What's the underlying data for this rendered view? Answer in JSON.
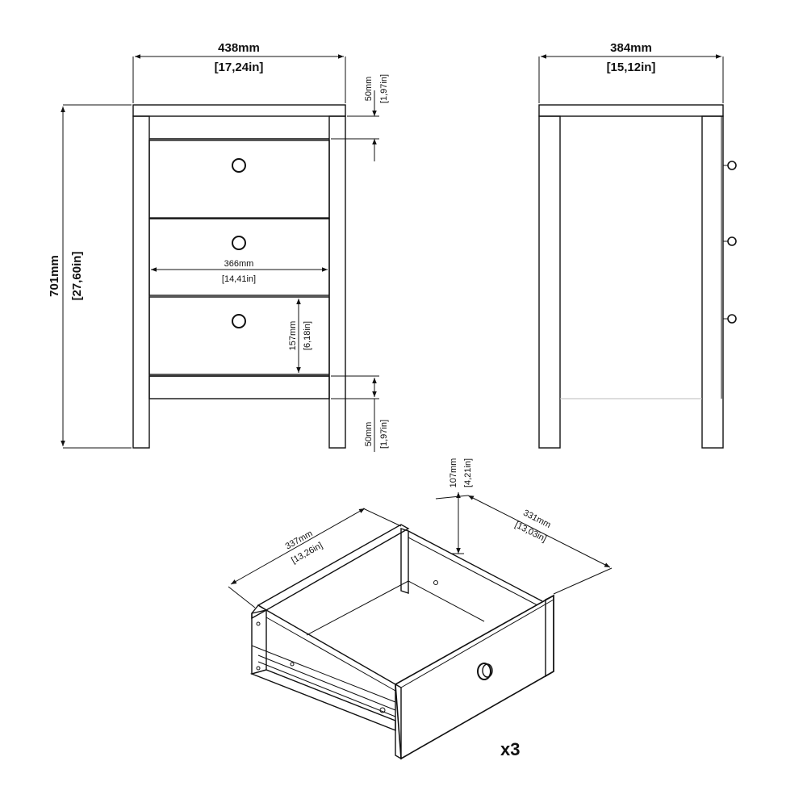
{
  "front_view": {
    "width_mm": "438mm",
    "width_in": "[17,24in]",
    "height_mm": "701mm",
    "height_in": "[27,60in]",
    "top_gap_mm": "50mm",
    "top_gap_in": "[1,97in]",
    "bottom_gap_mm": "50mm",
    "bottom_gap_in": "[1,97in]",
    "inner_width_mm": "366mm",
    "inner_width_in": "[14,41in]",
    "drawer_height_mm": "157mm",
    "drawer_height_in": "[6,18in]"
  },
  "side_view": {
    "depth_mm": "384mm",
    "depth_in": "[15,12in]"
  },
  "drawer_detail": {
    "length_mm": "337mm",
    "length_in": "[13,26in]",
    "width_mm": "331mm",
    "width_in": "[13,03in]",
    "height_mm": "107mm",
    "height_in": "[4,21in]",
    "quantity": "x3"
  }
}
